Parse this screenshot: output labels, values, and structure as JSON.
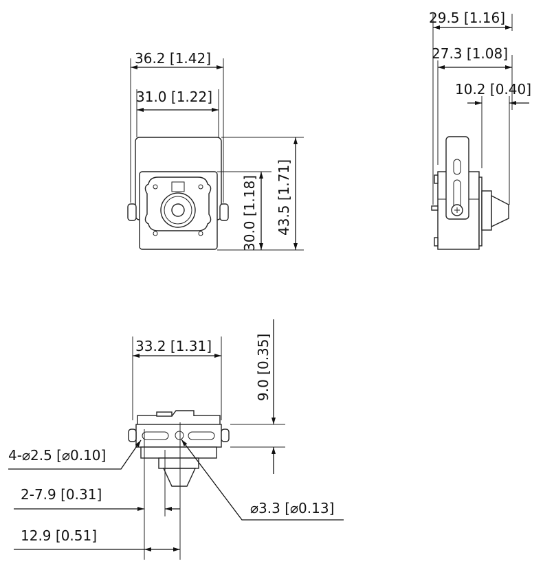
{
  "drawing": {
    "front_view": {
      "width_overall": "36.2 [1.42]",
      "width_bracket": "31.0 [1.22]",
      "height_body": "30.0 [1.18]",
      "height_overall": "43.5 [1.71]"
    },
    "side_view": {
      "depth_overall": "29.5 [1.16]",
      "depth_body": "27.3 [1.08]",
      "lens_depth": "10.2 [0.40]"
    },
    "bottom_view": {
      "width_bracket": "33.2 [1.31]",
      "bracket_offset": "9.0 [0.35]",
      "slot_holes": "4-⌀2.5 [⌀0.10]",
      "slot_length": "2-7.9 [0.31]",
      "center_hole": "⌀3.3 [⌀0.13]",
      "hole_offset": "12.9 [0.51]"
    }
  },
  "colors": {
    "line": "#111111",
    "background": "#ffffff"
  }
}
